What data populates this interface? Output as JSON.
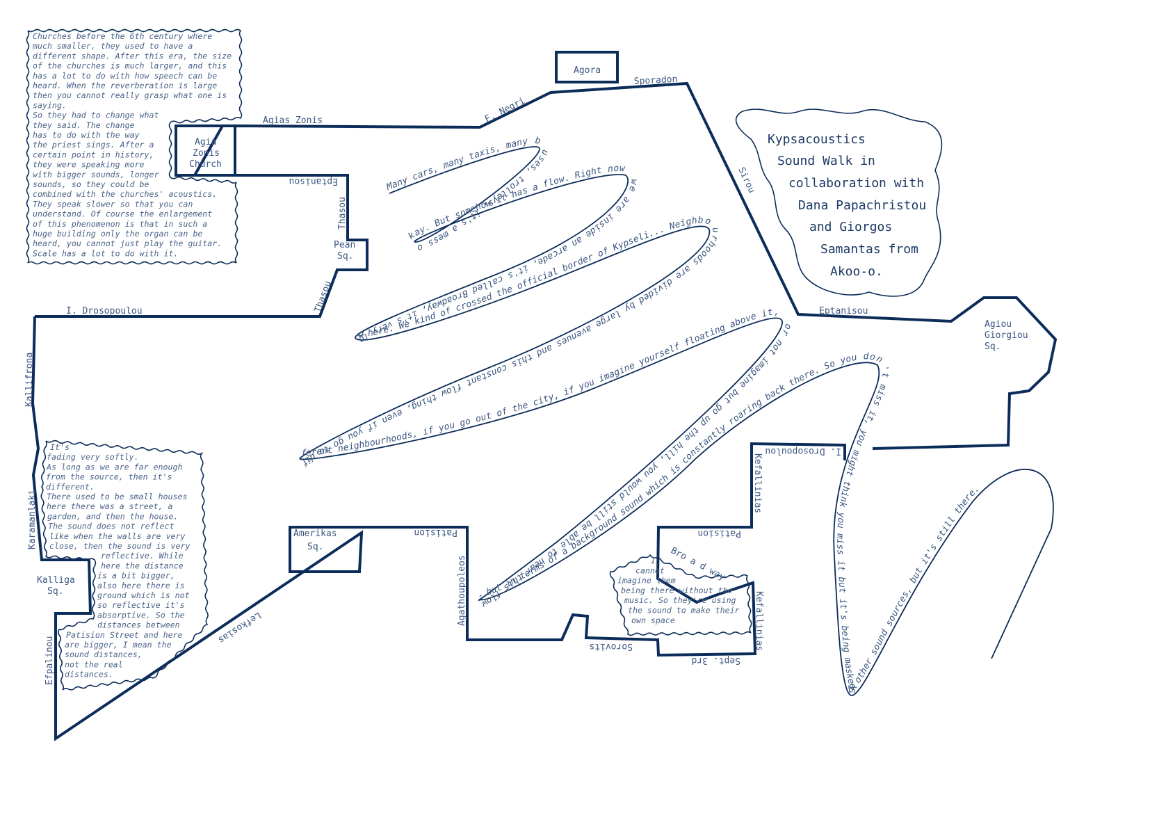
{
  "colors": {
    "ink": "#0c2c5a",
    "text": "#3b5680"
  },
  "title_lines": [
    "Kypsacoustics",
    "Sound Walk in",
    "collaboration with",
    "Dana Papachristou",
    "and Giorgos",
    "Samantas from",
    "Akoo-o."
  ],
  "places": {
    "agora": "Agora",
    "church": [
      "Agia",
      "Zonis",
      "Church"
    ],
    "pean": [
      "Pean",
      "Sq."
    ],
    "kalliga": [
      "Kalliga",
      "Sq."
    ],
    "amerikas": [
      "Amerikas",
      "Sq."
    ],
    "agiou_giorgiou": [
      "Agiou",
      "Giorgiou",
      "Sq."
    ]
  },
  "streets": {
    "agias_zonis": "Agias Zonis",
    "f_negri": "F. Negri",
    "sporadon": "Sporadon",
    "sirou": "Sirou",
    "eptanisou_1": "Eptanisou",
    "thasou_1": "Thasou",
    "thasou_2": "Thasou",
    "drosopoulou_1": "I. Drosopoulou",
    "kallifrona": "Kallifrona",
    "karamanlaki": "Karamanlaki",
    "efpalinou": "Efpalinou",
    "lefkosias": "Lefkosias",
    "patision_1": "Patision",
    "agathoupoleos": "Agathoupoleos",
    "sorovits": "Sorovits",
    "sept_3rd": "Sept. 3rd",
    "kefallinias_1": "Kefallinias",
    "kefallinias_2": "Kefallinias",
    "patision_2": "Patision",
    "drosopoulou_2": "I. Drosopoulou",
    "broadway": "Bro a d way",
    "eptanisou_2": "Eptanisou"
  },
  "notes": {
    "churches": [
      "Churches before the 6th century where",
      "much smaller, they used to have a",
      "different shape. After this era, the size",
      "of the churches is much larger, and this",
      "has a lot to do with how speech can be",
      "heard. When the reverberation is large",
      "then you cannot really grasp what one is",
      "saying.",
      "So they had to change what",
      "they said. The change",
      "has to do with the way",
      "the priest sings. After a",
      "certain point in history,",
      "they were speaking more",
      "with bigger sounds, longer",
      "sounds, so they could be",
      "combined with the churches' acoustics.",
      "They speak slower so that you can",
      "understand.   Of course the enlargement",
      "of this phenomenon is that in such a",
      "huge building only the organ can be",
      "heard, you cannot just play the guitar.",
      "Scale has a lot to do with it."
    ],
    "fading": [
      "It's",
      "fading very softly.",
      "As long as we are far enough",
      "from the source, then it's",
      "different.",
      "There used to be small houses",
      "here there was a street, a",
      "garden, and then the house.",
      "The sound does not reflect",
      "like when the walls are very",
      "close, then the sound is very",
      "reflective. While",
      "here the distance",
      "is a bit bigger,",
      "also here there is",
      "ground which is not",
      "so reflective it's",
      "absorptive. So the",
      "distances between",
      "Patision Street and here",
      "are bigger, I mean the",
      "sound distances,",
      "not the real",
      "distances."
    ],
    "cannot": [
      "I",
      "cannot",
      "imagine them",
      "being there without the",
      "music. So they're using",
      "the sound to make their",
      "own space"
    ]
  },
  "flow_text": "Many cars, many taxis, many buses, trolleys, it's a mess okay.   But somehow it has a flow. Right now we are inside an arcade, it's called Broadway, it's very loud here.    We kind of crossed the official   border of Kypseli... Neighbourhoods are divided by large avenues and this constant flow thing, even if you go to different neighbourhoods, if you go out of the city, if you imagine yourself floating above it, or not imagine but go up the hill, you would still be able to hear this flow, but in terms of a background sound which is constantly roaring back there. So you don't miss it, you might think you miss it but it's being masked by other sound sources, but it's still there."
}
